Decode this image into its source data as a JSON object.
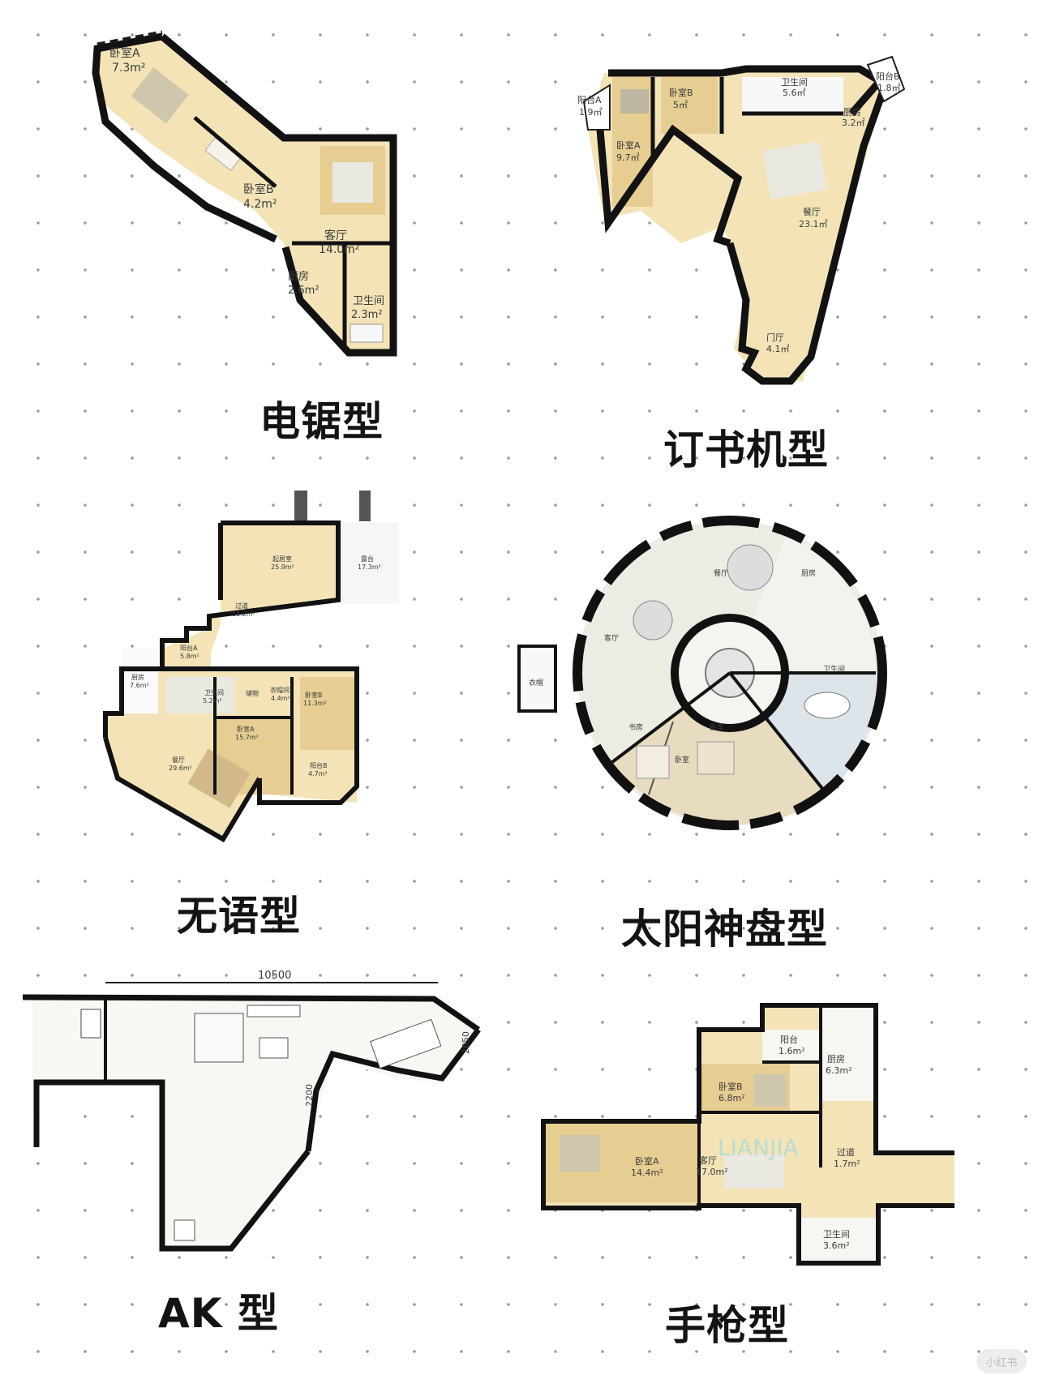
{
  "plans": [
    {
      "caption": "电锯型",
      "rooms": [
        "卧室A",
        "7.3m²",
        "卧室B",
        "4.2m²",
        "客厅",
        "14.0m²",
        "厨房",
        "2.6m²",
        "卫生间",
        "2.3m²"
      ]
    },
    {
      "caption": "订书机型",
      "rooms": [
        "阳台A",
        "1.9㎡",
        "卧室A",
        "9.7㎡",
        "卧室B",
        "5㎡",
        "卫生间",
        "5.6㎡",
        "阳台B",
        "1.8㎡",
        "厨房",
        "3.2㎡",
        "餐厅",
        "23.1㎡",
        "门厅",
        "4.1㎡"
      ]
    },
    {
      "caption": "无语型",
      "rooms": [
        "起居室",
        "25.9m²",
        "露台",
        "17.3m²",
        "过道",
        "11.2m²",
        "阳台A",
        "5.8m²",
        "厨房",
        "7.6m²",
        "卫生间",
        "5.2m²",
        "储物",
        "衣帽间",
        "4.4m²",
        "卧室B",
        "11.3m²",
        "卧室A",
        "15.7m²",
        "餐厅",
        "29.6m²",
        "阳台B",
        "4.7m²"
      ]
    },
    {
      "caption": "太阳神盘型",
      "rooms": [
        "餐厅",
        "厨房",
        "客厅",
        "卫生间",
        "卧室",
        "书房",
        "卧室",
        "衣帽"
      ]
    },
    {
      "caption": "AK 型",
      "dims": [
        "10500",
        "2200",
        "2850"
      ]
    },
    {
      "caption": "手枪型",
      "rooms": [
        "阳台",
        "1.6m²",
        "厨房",
        "6.3m²",
        "卧室B",
        "6.8m²",
        "卧室A",
        "14.4m²",
        "客厅",
        "17.0m²",
        "过道",
        "1.7m²",
        "卫生间",
        "3.6m²"
      ]
    }
  ],
  "watermark": "小红书"
}
